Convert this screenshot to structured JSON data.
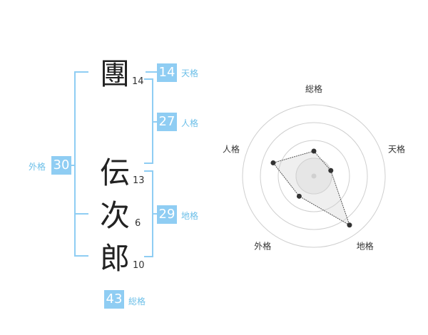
{
  "characters": [
    {
      "char": "團",
      "strokes": "14"
    },
    {
      "char": "伝",
      "strokes": "13"
    },
    {
      "char": "次",
      "strokes": "6"
    },
    {
      "char": "郎",
      "strokes": "10"
    }
  ],
  "kakusu": {
    "tenkaku": {
      "value": "14",
      "label": "天格"
    },
    "jinkaku": {
      "value": "27",
      "label": "人格"
    },
    "chikaku": {
      "value": "29",
      "label": "地格"
    },
    "gaikaku": {
      "value": "30",
      "label": "外格"
    },
    "soukaku": {
      "value": "43",
      "label": "総格"
    }
  },
  "colors": {
    "accent": "#8fcdf3",
    "label": "#6cbfe8",
    "text": "#222222"
  },
  "chart_data": {
    "type": "radar",
    "axes": [
      "総格",
      "天格",
      "地格",
      "外格",
      "人格"
    ],
    "values": [
      0.35,
      0.25,
      0.85,
      0.35,
      0.6
    ],
    "max": 1,
    "rings": 4
  }
}
